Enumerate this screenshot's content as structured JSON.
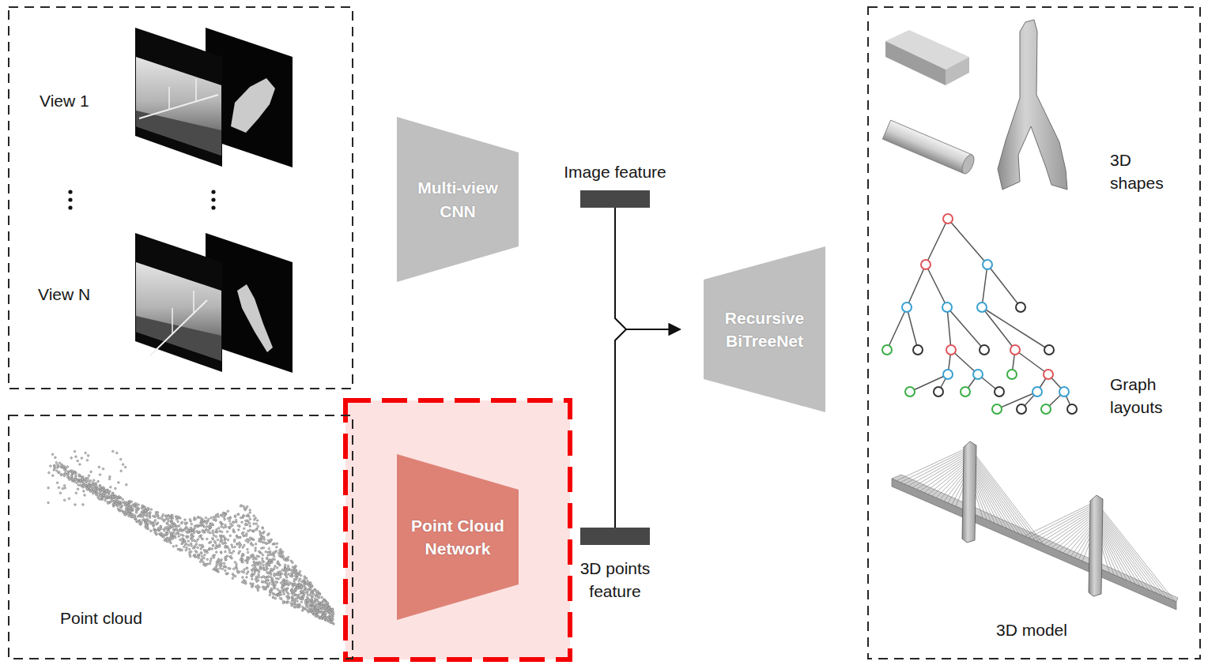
{
  "diagram": {
    "nodes": [
      {
        "text": [
          "View 1",
          "View N"
        ]
      },
      {
        "text": [
          "Multi-view CNN"
        ]
      },
      {
        "text": [
          "Image feature"
        ]
      },
      {
        "text": [
          "Point cloud"
        ]
      },
      {
        "text": [
          "Point Cloud Network"
        ]
      },
      {
        "text": [
          "3D points feature"
        ]
      },
      {
        "text": [
          "Recursive BiTreeNet"
        ]
      },
      {
        "text": [
          "3D shapes",
          "Graph layouts",
          "3D model"
        ]
      }
    ],
    "edges": [
      {
        "from": 2,
        "to": 6,
        "arrow": "to"
      },
      {
        "from": 5,
        "to": 6,
        "arrow": "to"
      }
    ]
  }
}
